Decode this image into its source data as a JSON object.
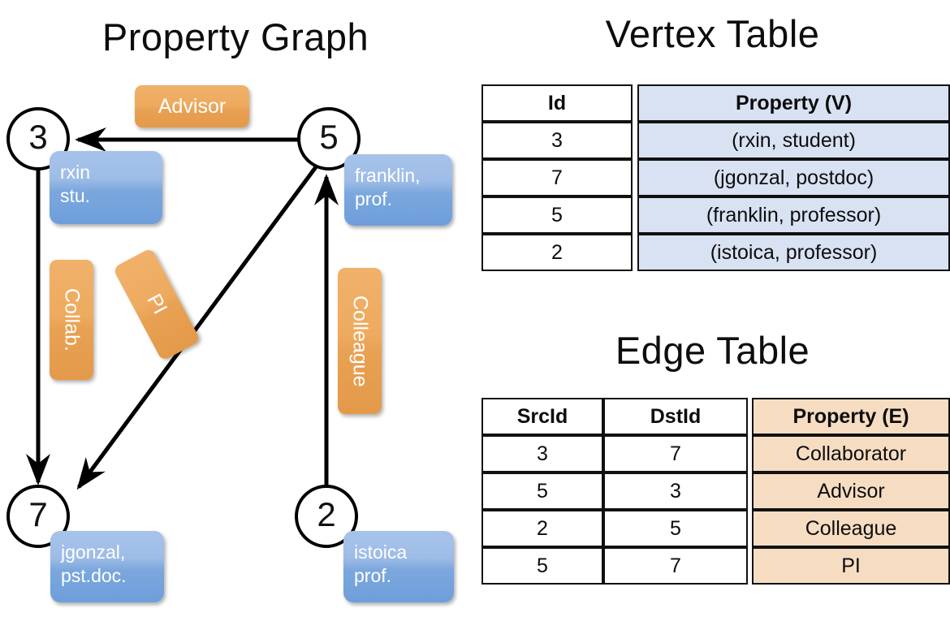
{
  "titles": {
    "property_graph": "Property Graph",
    "vertex_table": "Vertex Table",
    "edge_table": "Edge Table"
  },
  "graph": {
    "nodes": [
      {
        "id": "3",
        "property": "rxin\nstu."
      },
      {
        "id": "5",
        "property": "franklin,\nprof."
      },
      {
        "id": "7",
        "property": "jgonzal,\npst.doc."
      },
      {
        "id": "2",
        "property": "istoica\nprof."
      }
    ],
    "node_labels": {
      "n3": "3",
      "n5": "5",
      "n7": "7",
      "n2": "2"
    },
    "vertex_props": {
      "rxin_line1": "rxin",
      "rxin_line2": "stu.",
      "franklin_line1": "franklin,",
      "franklin_line2": "prof.",
      "jgonzal_line1": "jgonzal,",
      "jgonzal_line2": "pst.doc.",
      "istoica_line1": "istoica",
      "istoica_line2": "prof."
    },
    "edge_labels": {
      "advisor": "Advisor",
      "collab": "Collab.",
      "pi": "PI",
      "colleague": "Colleague"
    }
  },
  "vertex_table": {
    "headers": [
      "Id",
      "Property (V)"
    ],
    "rows": [
      {
        "id": "3",
        "property": "(rxin, student)"
      },
      {
        "id": "7",
        "property": "(jgonzal, postdoc)"
      },
      {
        "id": "5",
        "property": "(franklin, professor)"
      },
      {
        "id": "2",
        "property": "(istoica, professor)"
      }
    ]
  },
  "edge_table": {
    "headers": [
      "SrcId",
      "DstId",
      "Property (E)"
    ],
    "rows": [
      {
        "src": "3",
        "dst": "7",
        "property": "Collaborator"
      },
      {
        "src": "5",
        "dst": "3",
        "property": "Advisor"
      },
      {
        "src": "2",
        "dst": "5",
        "property": "Colleague"
      },
      {
        "src": "5",
        "dst": "7",
        "property": "PI"
      }
    ]
  },
  "colors": {
    "vertex_property_fill": "#d9e2f3",
    "edge_property_fill": "#f6ddc2",
    "node_bubble_blue": "#7ba7dd",
    "edge_chip_orange": "#eaa155",
    "stroke": "#111111",
    "background": "#ffffff"
  }
}
